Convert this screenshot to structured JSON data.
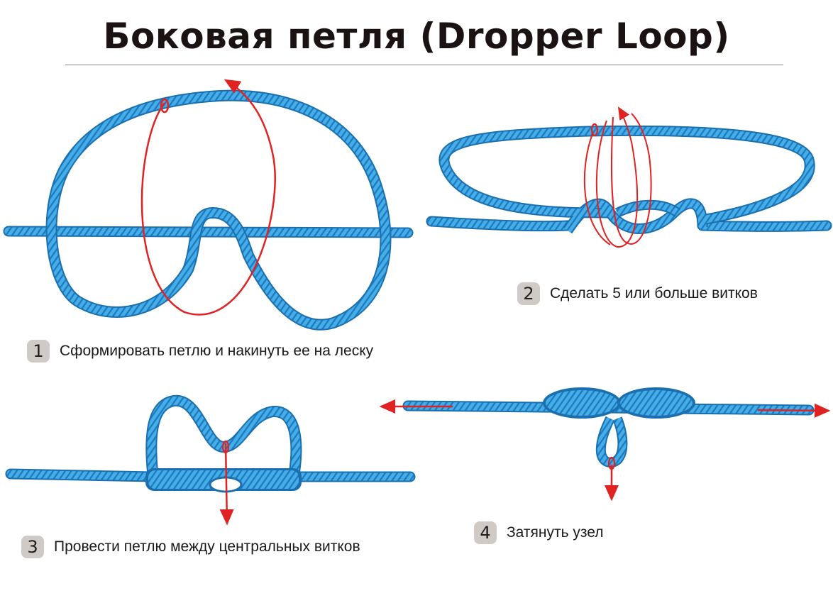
{
  "title": "Боковая петля (Dropper Loop)",
  "colors": {
    "line": "#3aa3e0",
    "line_edge": "#1b6fae",
    "arrow": "#e02222",
    "badge": "#cfcac6"
  },
  "steps": [
    {
      "number": "1",
      "caption": "Сформировать петлю и накинуть ее на леску"
    },
    {
      "number": "2",
      "caption": "Сделать 5 или больше витков"
    },
    {
      "number": "3",
      "caption": "Провести петлю между центральных витков"
    },
    {
      "number": "4",
      "caption": "Затянуть узел"
    }
  ]
}
